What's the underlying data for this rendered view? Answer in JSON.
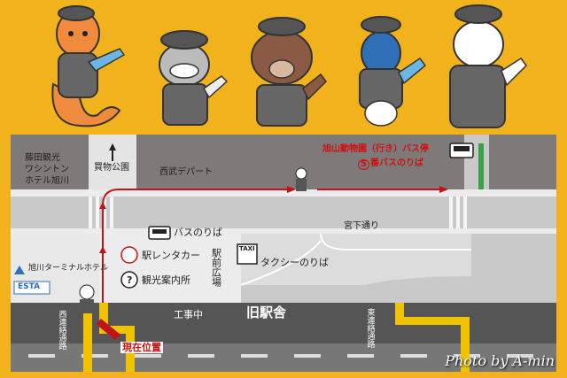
{
  "labels": {
    "fujita_building": "藤田観光\nワシントン\nホテル旭川",
    "kaimono_koen": "買物公園",
    "seibu_department": "西武デパート",
    "zoo_bus_stop_line1": "旭山動物園（行き）バス停",
    "zoo_bus_stop_number": "5",
    "zoo_bus_stop_line2": "番バスのりば",
    "bus_stop": "バスのりば",
    "miyashita_street": "宮下通り",
    "taxi_sign": "TAXI",
    "taxi_stand": "タクシーのりば",
    "terminal_hotel": "旭川ターミナルホテル",
    "esta": "ESTA",
    "rent_a_car": "駅レンタカー",
    "tourist_info": "観光案内所",
    "info_symbol": "?",
    "station_plaza": "駅前広場",
    "under_construction": "工事中",
    "old_station": "旧駅舎",
    "west_passage": "西連絡通路",
    "east_passage": "東連絡通路",
    "current_location": "現在位置",
    "credit": "Photo by A-min"
  },
  "colors": {
    "background": "#f2b21c",
    "road": "#c9c9c9",
    "building": "#7d7a79",
    "sidewalk": "#ececec",
    "route_red": "#c0141a",
    "station_dark": "#555555",
    "passage_yellow": "#f0c300"
  }
}
